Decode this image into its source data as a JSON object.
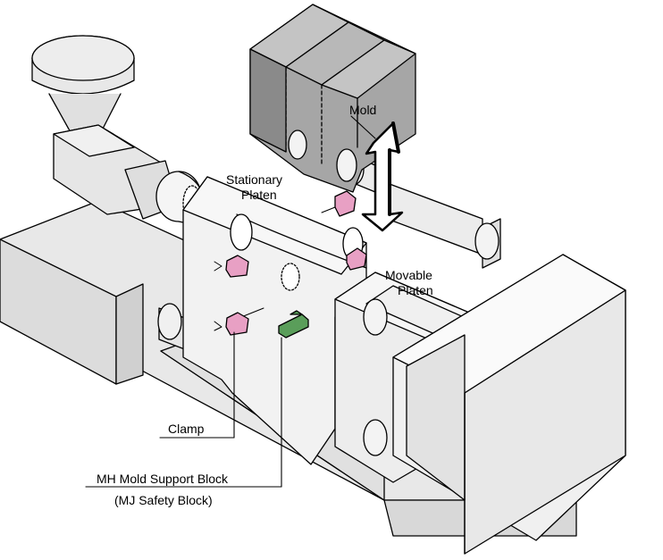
{
  "labels": {
    "mold": "Mold",
    "stationary_platen_line1": "Stationary",
    "stationary_platen_line2": "Platen",
    "movable_platen_line1": "Movable",
    "movable_platen_line2": "Platen",
    "clamp": "Clamp",
    "support_block_line1": "MH Mold Support Block",
    "support_block_line2": "(MJ Safety Block)"
  },
  "colors": {
    "outline": "#000000",
    "machine_fill": "#e8e8e8",
    "platen_fill": "#f2f2f2",
    "mold_fill": "#a6a6a6",
    "mold_dark": "#7a7a7a",
    "clamp_pink": "#e8a0c4",
    "support_green": "#5a9e5a"
  }
}
